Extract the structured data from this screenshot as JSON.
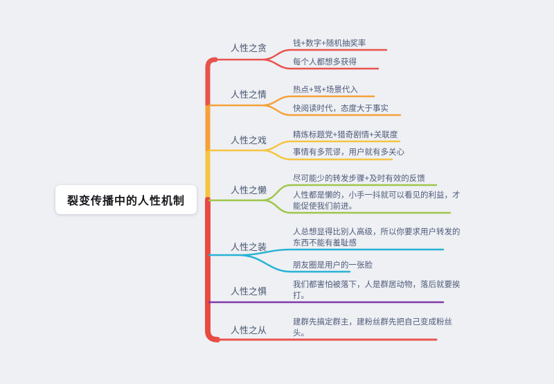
{
  "canvas_background": "#eef0f4",
  "root": {
    "label": "裂变传播中的人性机制"
  },
  "trunk": {
    "red_top": "#e8524d",
    "orange": "#f5a138",
    "yellow": "#f5c542",
    "red_bottom": "#e84a42"
  },
  "branches": [
    {
      "label": "人性之贪",
      "color": "#e8524d",
      "children": [
        "钱+数字+随机抽奖率",
        "每个人都想多获得"
      ]
    },
    {
      "label": "人性之情",
      "color": "#f5a138",
      "children": [
        "热点+骂+场景代入",
        "快阅读时代，态度大于事实"
      ]
    },
    {
      "label": "人性之戏",
      "color": "#f5c542",
      "children": [
        "精炼标题党+猎奇剧情+关联度",
        "事情有多荒谬，用户就有多关心"
      ]
    },
    {
      "label": "人性之懒",
      "color": "#9fc54a",
      "children": [
        "尽可能少的转发步骤+及时有效的反馈",
        "人性都是懒的，小手一抖就可以看见的利益，才能促使我们前进。"
      ]
    },
    {
      "label": "人性之装",
      "color": "#27b2d4",
      "children": [
        "人总想显得比别人高级，所以你要求用户转发的东西不能有羞耻感",
        "朋友圈是用户的一张脸"
      ]
    },
    {
      "label": "人性之惧",
      "color": "#8039a8",
      "children": [
        "我们都害怕被落下，人是群居动物，落后就要挨打。"
      ]
    },
    {
      "label": "人性之从",
      "color": "#ea544e",
      "children": [
        "建群先搞定群主，建粉丝群先把自己变成粉丝头。"
      ]
    }
  ]
}
